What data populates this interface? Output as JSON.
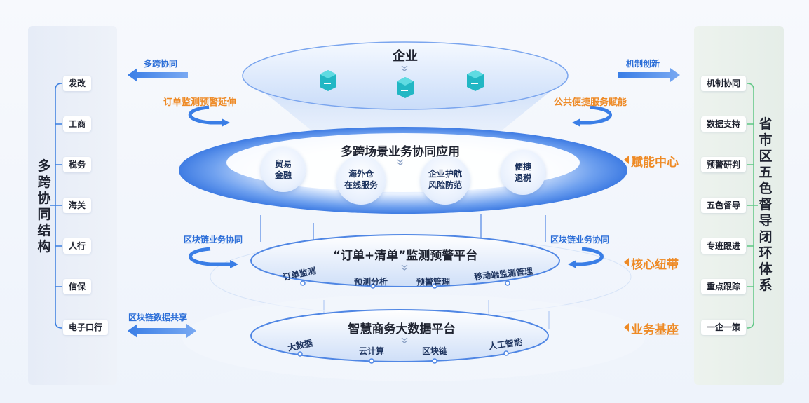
{
  "left_panel": {
    "title": "多跨协同结构",
    "items": [
      "发改",
      "工商",
      "税务",
      "海关",
      "人行",
      "信保",
      "电子口行"
    ]
  },
  "right_panel": {
    "title": "省市区五色督导闭环体系",
    "items": [
      "机制协同",
      "数据支持",
      "预警研判",
      "五色督导",
      "专班跟进",
      "重点跟踪",
      "一企一策"
    ]
  },
  "top_layer": {
    "title": "企业"
  },
  "middle_layer": {
    "title": "多跨场景业务协同应用",
    "bubbles": [
      "贸易\n金融",
      "海外仓\n在线服务",
      "企业护航\n风险防范",
      "便捷\n退税"
    ],
    "side_label": "赋能中心"
  },
  "platform_layer": {
    "title": "“订单+清单”监测预警平台",
    "items": [
      "订单监测",
      "预测分析",
      "预警管理",
      "移动端监测管理"
    ],
    "side_label": "核心纽带"
  },
  "base_layer": {
    "title": "智慧商务大数据平台",
    "items": [
      "大数据",
      "云计算",
      "区块链",
      "人工智能"
    ],
    "side_label": "业务基座"
  },
  "flows": {
    "left_top": "多跨协同",
    "right_top": "机制创新",
    "left_order": "订单监测预警延伸",
    "right_public": "公共便捷服务赋能",
    "left_chain": "区块链业务协同",
    "right_chain": "区块链业务协同",
    "left_data": "区块链数据共享"
  },
  "colors": {
    "accent_blue": "#2d6fd8",
    "accent_orange": "#ee8a25",
    "right_line_green": "#5fc785",
    "left_line_blue": "#3b7fe0"
  }
}
